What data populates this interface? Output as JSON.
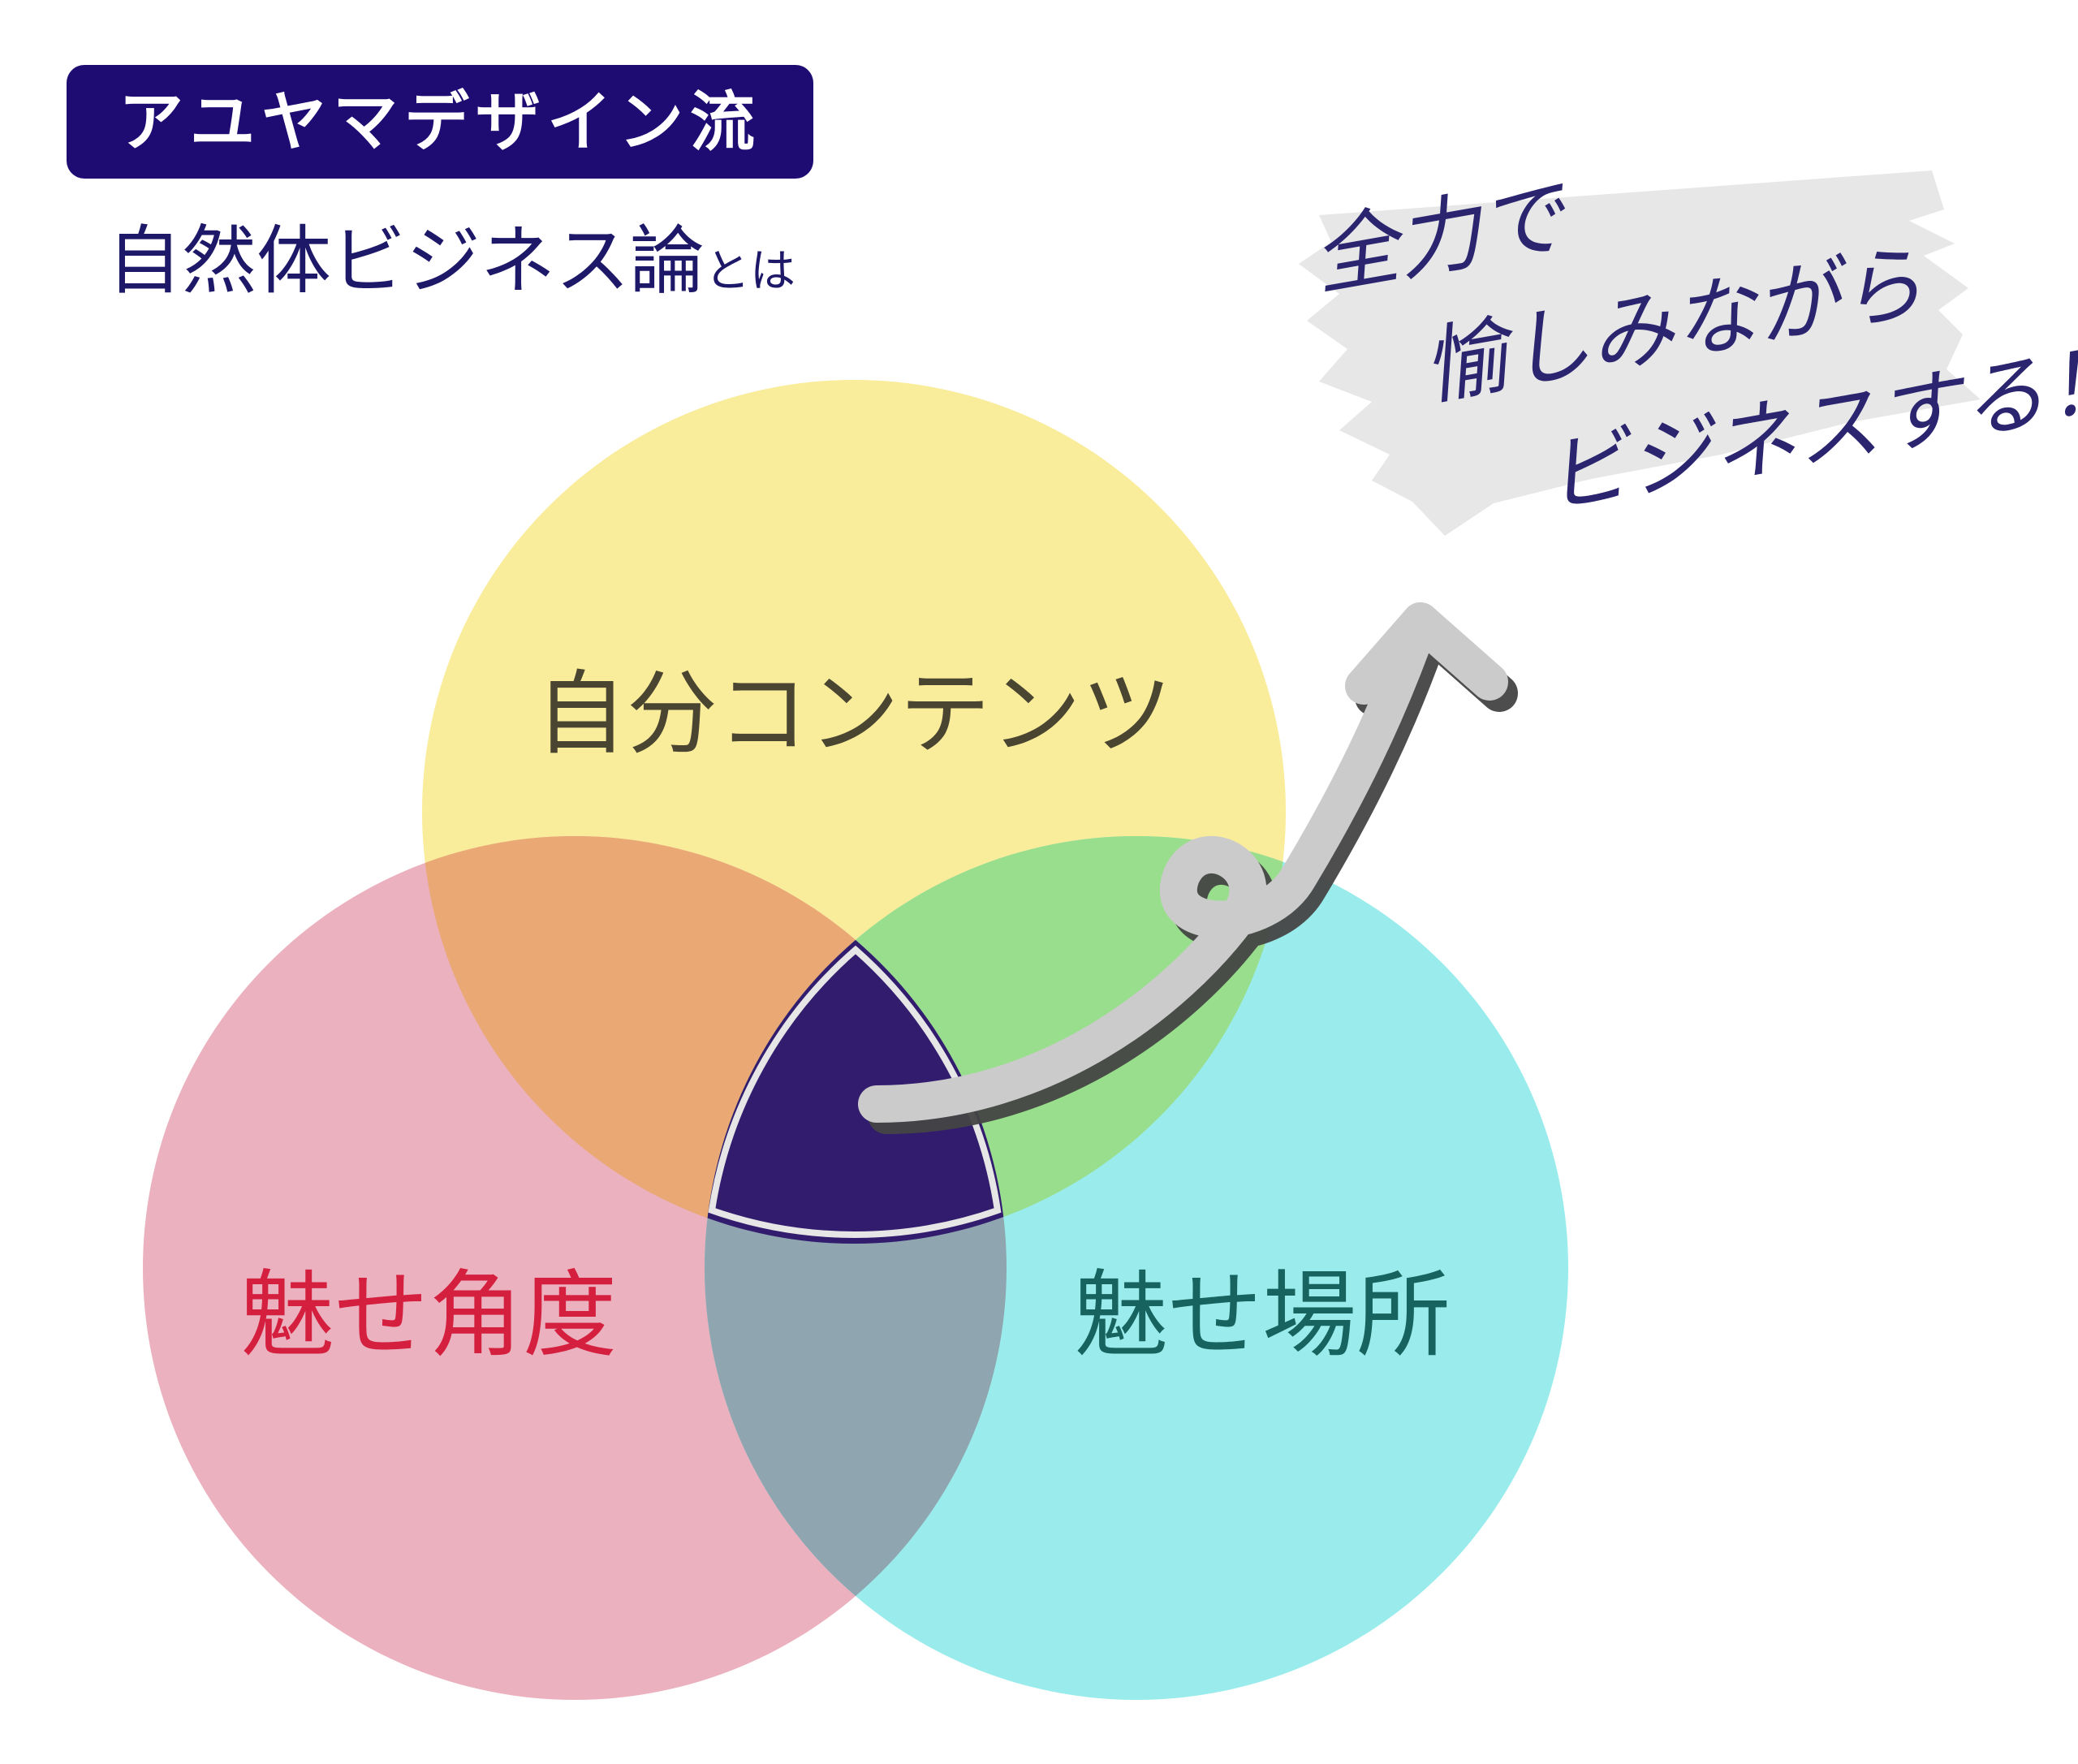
{
  "header": {
    "badge": "アユヤマデザイン流",
    "subtitle_main": "自然体ビジネス論",
    "subtitle_suffix": "とは"
  },
  "diagram": {
    "circles": [
      {
        "label": "自分コンテンツ",
        "fill": "#f9ec9a",
        "text_color": "#4a4530"
      },
      {
        "label": "魅せ角度",
        "fill": "#ebb1bf",
        "text_color": "#d41f3e"
      },
      {
        "label": "魅せ場所",
        "fill": "#9aecec",
        "text_color": "#17635f"
      }
    ],
    "overlap_colors": {
      "yellow_pink": "#e9a874",
      "yellow_cyan": "#98de8c",
      "pink_cyan": "#8fa5b0",
      "center": "#321c6e"
    }
  },
  "note": {
    "line1": "全力で",
    "line2": "愉しみながら",
    "line3": "ビジネスする！",
    "text_color": "#2b2570",
    "brush_color": "#e7e7e7"
  },
  "arrow": {
    "color": "#cbcbcb",
    "shadow_color": "#444444"
  }
}
